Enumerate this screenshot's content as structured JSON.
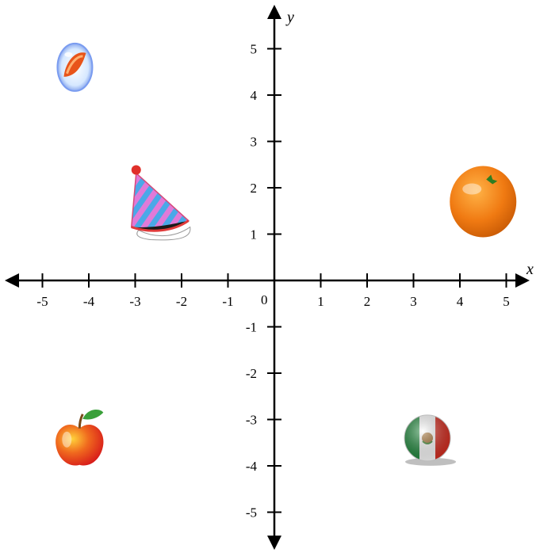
{
  "axes": {
    "x_name": "x",
    "y_name": "y",
    "origin_label": "0",
    "x_ticks": [
      {
        "value": -5,
        "label": "-5"
      },
      {
        "value": -4,
        "label": "-4"
      },
      {
        "value": -3,
        "label": "-3"
      },
      {
        "value": -2,
        "label": "-2"
      },
      {
        "value": -1,
        "label": "-1"
      },
      {
        "value": 1,
        "label": "1"
      },
      {
        "value": 2,
        "label": "2"
      },
      {
        "value": 3,
        "label": "3"
      },
      {
        "value": 4,
        "label": "4"
      },
      {
        "value": 5,
        "label": "5"
      }
    ],
    "y_ticks": [
      {
        "value": 5,
        "label": "5"
      },
      {
        "value": 4,
        "label": "4"
      },
      {
        "value": 3,
        "label": "3"
      },
      {
        "value": 2,
        "label": "2"
      },
      {
        "value": 1,
        "label": "1"
      },
      {
        "value": -1,
        "label": "-1"
      },
      {
        "value": -2,
        "label": "-2"
      },
      {
        "value": -3,
        "label": "-3"
      },
      {
        "value": -4,
        "label": "-4"
      },
      {
        "value": -5,
        "label": "-5"
      }
    ]
  },
  "objects": [
    {
      "name": "marble",
      "x": -4.3,
      "y": 4.6
    },
    {
      "name": "party-hat",
      "x": -2.5,
      "y": 1.7
    },
    {
      "name": "orange",
      "x": 4.5,
      "y": 1.7
    },
    {
      "name": "apple",
      "x": -4.2,
      "y": -3.5
    },
    {
      "name": "mexico-flag-ball",
      "x": 3.3,
      "y": -3.4
    }
  ],
  "colors": {
    "axis": "#000000",
    "orange": "#f07a12",
    "apple": "#e8241c",
    "hat_blue": "#4aa8e8",
    "hat_pink": "#e07ad8",
    "flag_green": "#1f8a3c",
    "flag_red": "#d52b1e"
  }
}
